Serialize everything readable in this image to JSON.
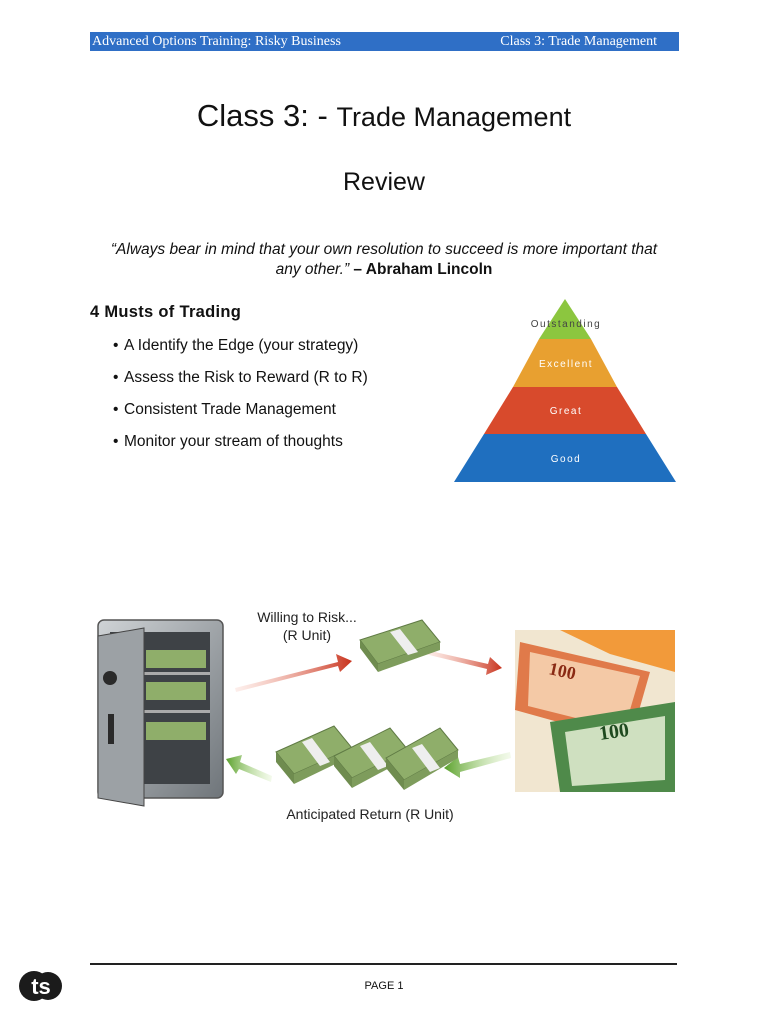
{
  "header": {
    "left": "Advanced Options Training: Risky Business",
    "right": "Class 3: Trade Management"
  },
  "title": {
    "main": "Class 3:  -",
    "sub": "Trade Management"
  },
  "review": "Review",
  "quote": {
    "text": "“Always bear in mind that your own resolution to succeed is more important that any other.”",
    "author": " – Abraham Lincoln"
  },
  "musts": {
    "title": "4 Musts of Trading",
    "items": [
      "A Identify the Edge (your strategy)",
      "Assess the Risk to Reward (R to R)",
      "Consistent Trade Management",
      "Monitor your stream of thoughts"
    ]
  },
  "pyramid": {
    "levels": [
      {
        "label": "Outstanding",
        "color": "#8cc63f"
      },
      {
        "label": "Excellent",
        "color": "#e8a030"
      },
      {
        "label": "Great",
        "color": "#d84a2c"
      },
      {
        "label": "Good",
        "color": "#1f6fbf"
      }
    ]
  },
  "diagram": {
    "risk_label_1": "Willing to Risk...",
    "risk_label_2": "(R Unit)",
    "return_label": "Anticipated Return (R Unit)",
    "bill_denomination": "100"
  },
  "footer": {
    "page": "PAGE 1",
    "logo_text": "ts"
  }
}
